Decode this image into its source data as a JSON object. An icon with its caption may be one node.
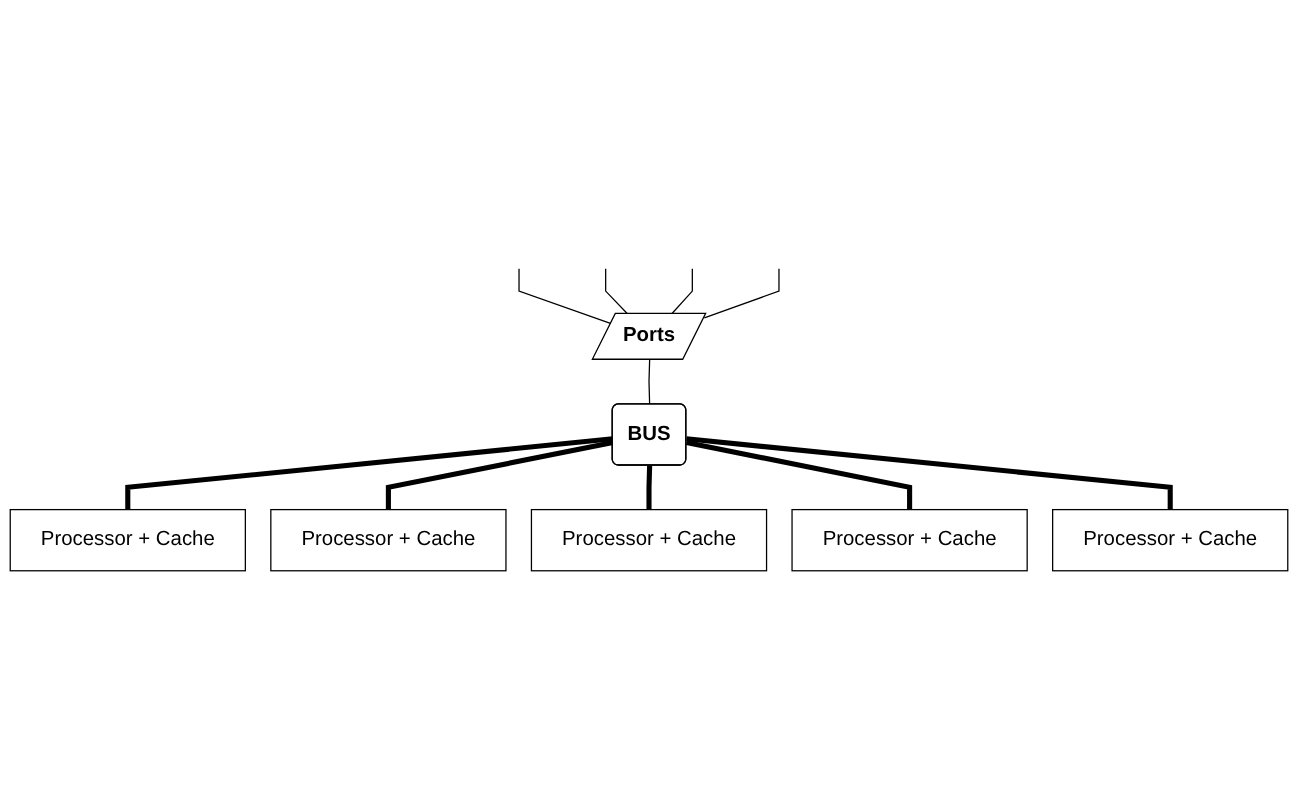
{
  "diagram": {
    "nodes": [
      {
        "text": [
          "Ports"
        ]
      },
      {
        "text": [
          "BUS"
        ]
      },
      {
        "text": [
          "Processor + Cache"
        ]
      },
      {
        "text": [
          "Processor + Cache"
        ]
      },
      {
        "text": [
          "Processor + Cache"
        ]
      },
      {
        "text": [
          "Processor + Cache"
        ]
      },
      {
        "text": [
          "Processor + Cache"
        ]
      }
    ],
    "edges": [
      {
        "from": null,
        "to": 0,
        "arrow": "none"
      },
      {
        "from": null,
        "to": 0,
        "arrow": "none"
      },
      {
        "from": null,
        "to": 0,
        "arrow": "none"
      },
      {
        "from": null,
        "to": 0,
        "arrow": "none"
      },
      {
        "from": 0,
        "to": 1,
        "arrow": "none"
      },
      {
        "from": 1,
        "to": 2,
        "arrow": "none",
        "style": "thick"
      },
      {
        "from": 1,
        "to": 3,
        "arrow": "none",
        "style": "thick"
      },
      {
        "from": 1,
        "to": 4,
        "arrow": "none",
        "style": "thick"
      },
      {
        "from": 1,
        "to": 5,
        "arrow": "none",
        "style": "thick"
      },
      {
        "from": 1,
        "to": 6,
        "arrow": "none",
        "style": "thick"
      }
    ]
  }
}
